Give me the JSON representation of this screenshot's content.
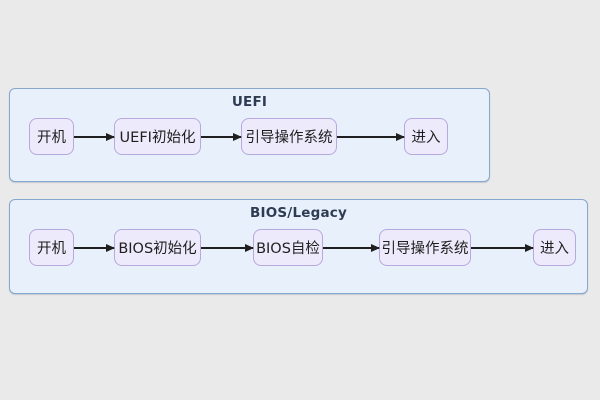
{
  "colors": {
    "page_background": "#eaeaea",
    "panel_fill": "#e7f0fb",
    "panel_border": "#85a8cc",
    "node_fill": "#edeafb",
    "node_border": "#b7a8de",
    "arrow": "#1f1f1f",
    "title_text": "#2e3b52",
    "node_text": "#1f1f1f"
  },
  "diagram": {
    "groups": [
      {
        "title": "UEFI",
        "nodes": [
          "开机",
          "UEFI初始化",
          "引导操作系统",
          "进入"
        ]
      },
      {
        "title": "BIOS/Legacy",
        "nodes": [
          "开机",
          "BIOS初始化",
          "BIOS自检",
          "引导操作系统",
          "进入"
        ]
      }
    ]
  }
}
